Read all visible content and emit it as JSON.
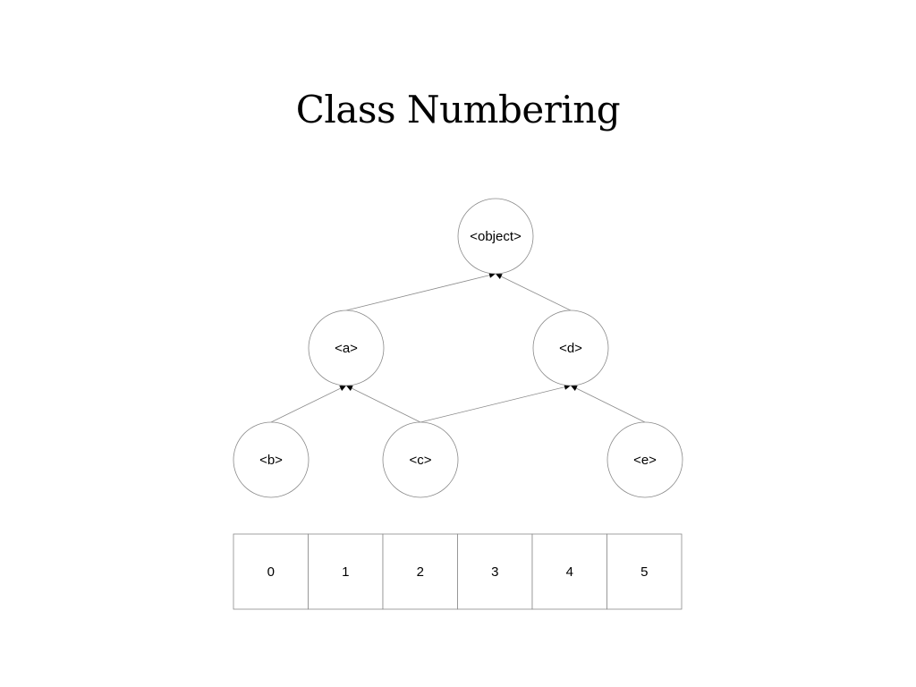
{
  "title": "Class Numbering",
  "nodes": [
    {
      "id": "object",
      "label": "<object>"
    },
    {
      "id": "a",
      "label": "<a>"
    },
    {
      "id": "d",
      "label": "<d>"
    },
    {
      "id": "b",
      "label": "<b>"
    },
    {
      "id": "c",
      "label": "<c>"
    },
    {
      "id": "e",
      "label": "<e>"
    }
  ],
  "edges": [
    {
      "from": "a",
      "to": "object"
    },
    {
      "from": "d",
      "to": "object"
    },
    {
      "from": "b",
      "to": "a"
    },
    {
      "from": "c",
      "to": "a"
    },
    {
      "from": "c",
      "to": "d"
    },
    {
      "from": "e",
      "to": "d"
    }
  ],
  "table": {
    "cells": [
      "0",
      "1",
      "2",
      "3",
      "4",
      "5"
    ]
  }
}
